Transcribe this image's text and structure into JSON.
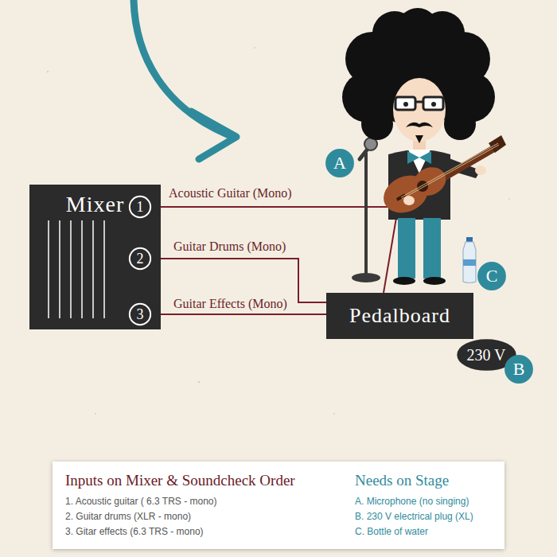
{
  "diagram": {
    "nodes": [
      {
        "text": [
          "Mixer"
        ]
      },
      {
        "text": [
          "1"
        ],
        "in": 0
      },
      {
        "text": [
          "2"
        ],
        "in": 0
      },
      {
        "text": [
          "3"
        ],
        "in": 0
      },
      {
        "text": [
          "Pedalboard"
        ]
      },
      {
        "text": [
          "A"
        ]
      },
      {
        "text": [
          "C"
        ]
      },
      {
        "text": [
          "230 V"
        ]
      },
      {
        "text": [
          "B"
        ]
      },
      {
        "text": [
          "Inputs on Mixer & Soundcheck Order",
          "1. Acoustic guitar ( 6.3 TRS - mono)",
          "2. Guitar drums (XLR - mono)",
          "3. Gitar effects (6.3 TRS - mono)",
          "Needs on Stage",
          "A. Microphone (no singing)",
          "B. 230 V electrical plug (XL)",
          "C. Bottle of water"
        ]
      }
    ],
    "edges": [
      {
        "from": 2,
        "to": 4,
        "label": "Guitar Drums (Mono)",
        "arrow": "none"
      },
      {
        "from": 3,
        "to": 4,
        "label": "Guitar Effects (Mono)",
        "arrow": "none"
      }
    ],
    "labels": [
      "Acoustic Guitar (Mono)"
    ]
  }
}
